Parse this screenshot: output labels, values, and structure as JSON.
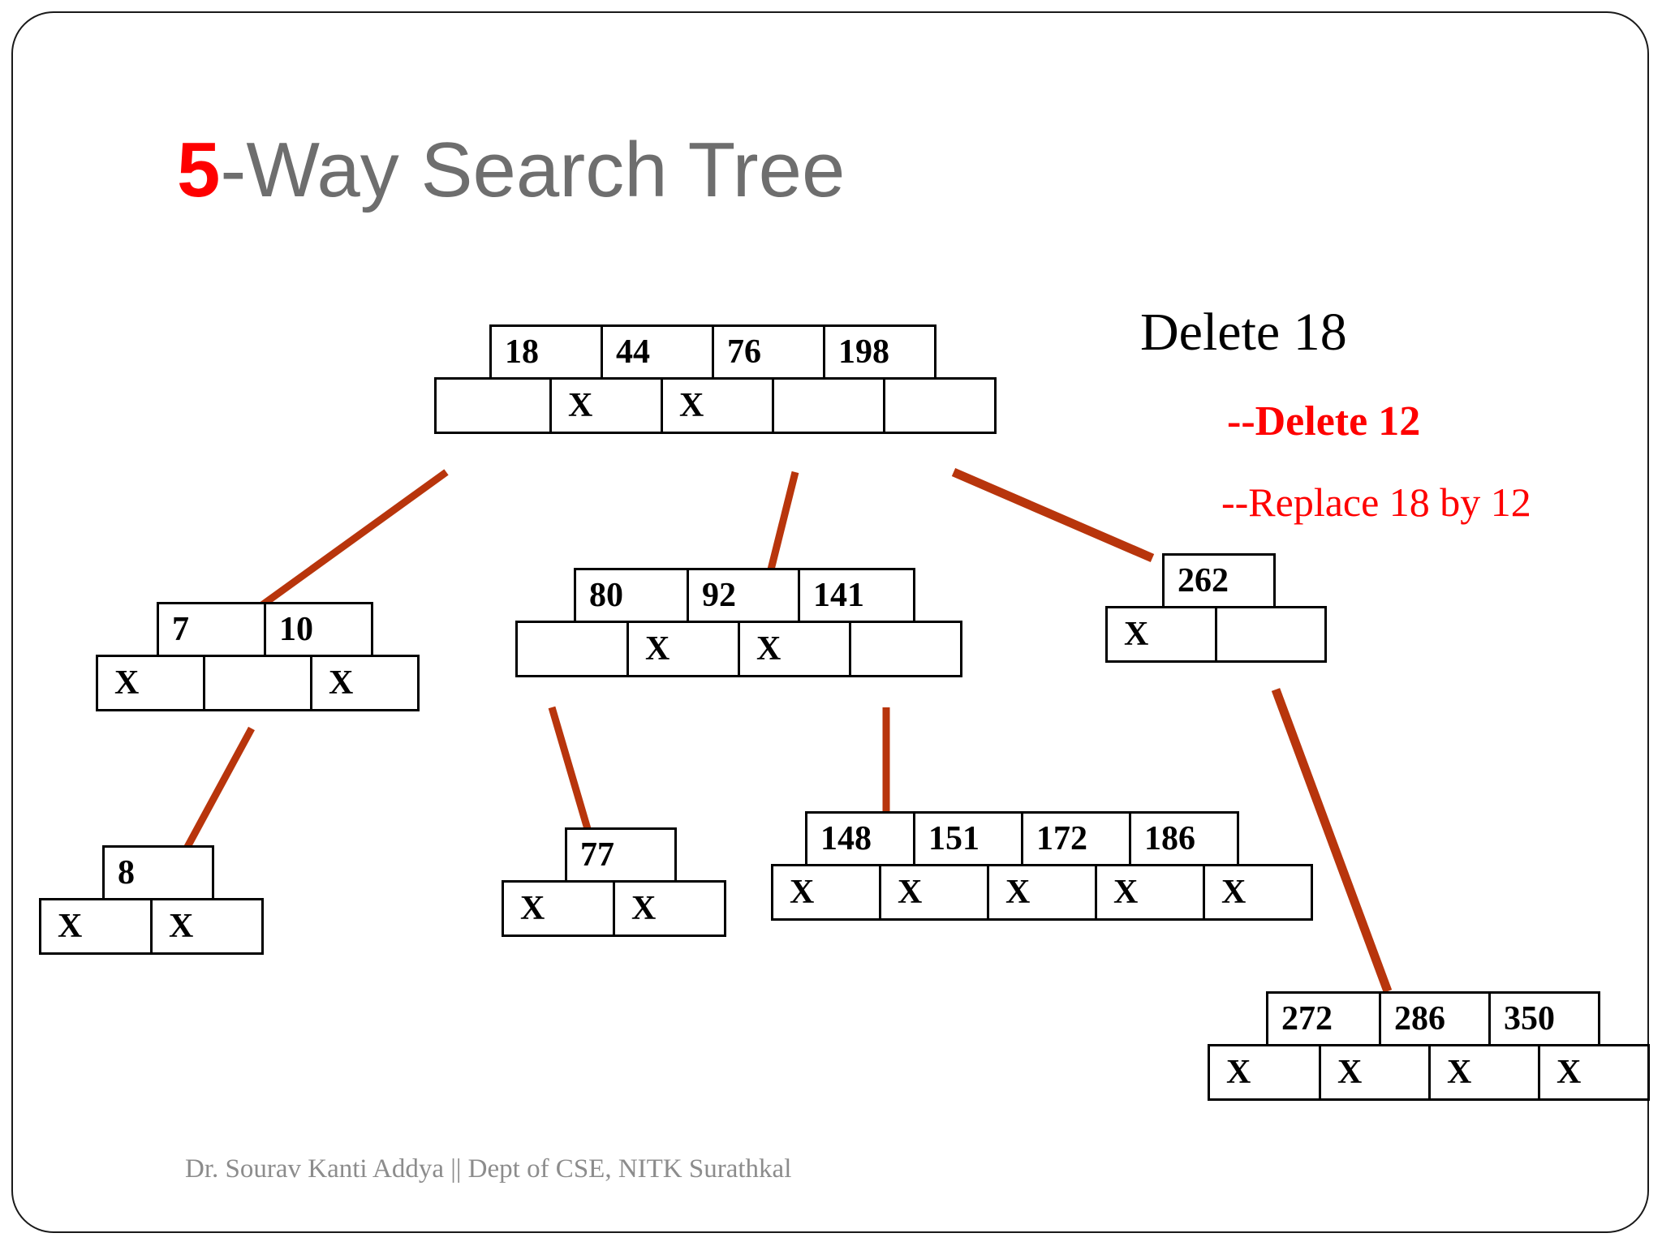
{
  "slide": {
    "title_prefix": "5",
    "title_rest": "-Way Search Tree",
    "footer": "Dr. Sourav Kanti Addya || Dept of CSE, NITK Surathkal"
  },
  "annotations": {
    "heading": "Delete 18",
    "step1": "--Delete 12",
    "step2": "--Replace 18 by 12"
  },
  "colors": {
    "title_text": "#6e6e6e",
    "title_accent": "#fe0000",
    "annotation_red": "#fe0000",
    "edge": "#b8350c",
    "node_border": "#000000",
    "footer_text": "#8c8c8c"
  },
  "tree": {
    "marker": "X",
    "nodes": [
      {
        "id": "root",
        "keys": [
          "18",
          "44",
          "76",
          "198"
        ],
        "pointers": [
          "",
          "X",
          "X",
          "",
          ""
        ]
      },
      {
        "id": "node-7-10",
        "keys": [
          "7",
          "10"
        ],
        "pointers": [
          "X",
          "",
          "X"
        ]
      },
      {
        "id": "node-80-92-141",
        "keys": [
          "80",
          "92",
          "141"
        ],
        "pointers": [
          "",
          "X",
          "X",
          ""
        ]
      },
      {
        "id": "node-262",
        "keys": [
          "262"
        ],
        "pointers": [
          "X",
          ""
        ]
      },
      {
        "id": "node-8",
        "keys": [
          "8"
        ],
        "pointers": [
          "X",
          "X"
        ]
      },
      {
        "id": "node-77",
        "keys": [
          "77"
        ],
        "pointers": [
          "X",
          "X"
        ]
      },
      {
        "id": "node-148-151-172-186",
        "keys": [
          "148",
          "151",
          "172",
          "186"
        ],
        "pointers": [
          "X",
          "X",
          "X",
          "X",
          "X"
        ]
      },
      {
        "id": "node-272-286-350",
        "keys": [
          "272",
          "286",
          "350"
        ],
        "pointers": [
          "X",
          "X",
          "X",
          "X"
        ]
      }
    ],
    "edges": [
      {
        "from": "root",
        "to": "node-7-10"
      },
      {
        "from": "root",
        "to": "node-80-92-141"
      },
      {
        "from": "root",
        "to": "node-262"
      },
      {
        "from": "node-7-10",
        "to": "node-8"
      },
      {
        "from": "node-80-92-141",
        "to": "node-77"
      },
      {
        "from": "node-80-92-141",
        "to": "node-148-151-172-186"
      },
      {
        "from": "node-262",
        "to": "node-272-286-350"
      }
    ]
  }
}
